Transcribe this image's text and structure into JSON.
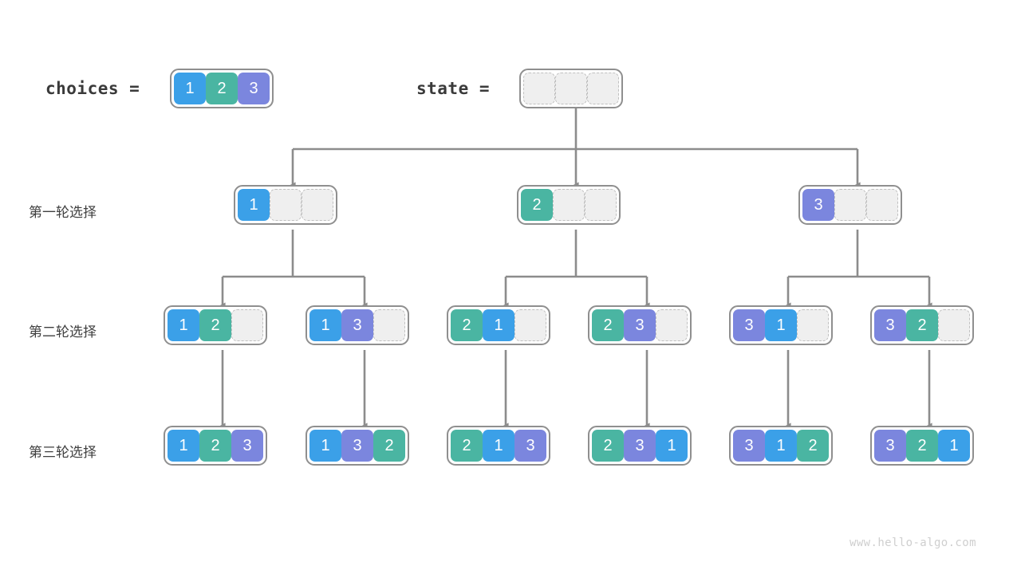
{
  "diagram": {
    "title_hidden": "Permutation backtracking tree",
    "watermark": "www.hello-algo.com",
    "palette": {
      "blue": "#3BA0E8",
      "teal": "#4AB5A2",
      "purple": "#7B86DE",
      "empty_fill": "#EFEFEF",
      "empty_border": "#C0C0C0",
      "node_border": "#8F8F8F",
      "wire": "#8C8C8C",
      "text": "#3A3A3A",
      "watermark_color": "#CFCFCF",
      "background": "#FFFFFF"
    },
    "header": {
      "choices_label": "choices =",
      "state_label": "state =",
      "choices_cells": [
        {
          "value": "1",
          "color": "blue"
        },
        {
          "value": "2",
          "color": "teal"
        },
        {
          "value": "3",
          "color": "purple"
        }
      ],
      "state_cells": [
        {
          "value": "",
          "color": "empty"
        },
        {
          "value": "",
          "color": "empty"
        },
        {
          "value": "",
          "color": "empty"
        }
      ]
    },
    "row_labels": [
      "第一轮选择",
      "第二轮选择",
      "第三轮选择"
    ],
    "levels": [
      {
        "name": "round-1",
        "label": "第一轮选择",
        "nodes": [
          {
            "id": "n1",
            "cells": [
              {
                "value": "1",
                "color": "blue"
              },
              {
                "value": "",
                "color": "empty"
              },
              {
                "value": "",
                "color": "empty"
              }
            ]
          },
          {
            "id": "n2",
            "cells": [
              {
                "value": "2",
                "color": "teal"
              },
              {
                "value": "",
                "color": "empty"
              },
              {
                "value": "",
                "color": "empty"
              }
            ]
          },
          {
            "id": "n3",
            "cells": [
              {
                "value": "3",
                "color": "purple"
              },
              {
                "value": "",
                "color": "empty"
              },
              {
                "value": "",
                "color": "empty"
              }
            ]
          }
        ]
      },
      {
        "name": "round-2",
        "label": "第二轮选择",
        "nodes": [
          {
            "id": "n4",
            "cells": [
              {
                "value": "1",
                "color": "blue"
              },
              {
                "value": "2",
                "color": "teal"
              },
              {
                "value": "",
                "color": "empty"
              }
            ]
          },
          {
            "id": "n5",
            "cells": [
              {
                "value": "1",
                "color": "blue"
              },
              {
                "value": "3",
                "color": "purple"
              },
              {
                "value": "",
                "color": "empty"
              }
            ]
          },
          {
            "id": "n6",
            "cells": [
              {
                "value": "2",
                "color": "teal"
              },
              {
                "value": "1",
                "color": "blue"
              },
              {
                "value": "",
                "color": "empty"
              }
            ]
          },
          {
            "id": "n7",
            "cells": [
              {
                "value": "2",
                "color": "teal"
              },
              {
                "value": "3",
                "color": "purple"
              },
              {
                "value": "",
                "color": "empty"
              }
            ]
          },
          {
            "id": "n8",
            "cells": [
              {
                "value": "3",
                "color": "purple"
              },
              {
                "value": "1",
                "color": "blue"
              },
              {
                "value": "",
                "color": "empty"
              }
            ]
          },
          {
            "id": "n9",
            "cells": [
              {
                "value": "3",
                "color": "purple"
              },
              {
                "value": "2",
                "color": "teal"
              },
              {
                "value": "",
                "color": "empty"
              }
            ]
          }
        ]
      },
      {
        "name": "round-3",
        "label": "第三轮选择",
        "nodes": [
          {
            "id": "n10",
            "cells": [
              {
                "value": "1",
                "color": "blue"
              },
              {
                "value": "2",
                "color": "teal"
              },
              {
                "value": "3",
                "color": "purple"
              }
            ]
          },
          {
            "id": "n11",
            "cells": [
              {
                "value": "1",
                "color": "blue"
              },
              {
                "value": "3",
                "color": "purple"
              },
              {
                "value": "2",
                "color": "teal"
              }
            ]
          },
          {
            "id": "n12",
            "cells": [
              {
                "value": "2",
                "color": "teal"
              },
              {
                "value": "1",
                "color": "blue"
              },
              {
                "value": "3",
                "color": "purple"
              }
            ]
          },
          {
            "id": "n13",
            "cells": [
              {
                "value": "2",
                "color": "teal"
              },
              {
                "value": "3",
                "color": "purple"
              },
              {
                "value": "1",
                "color": "blue"
              }
            ]
          },
          {
            "id": "n14",
            "cells": [
              {
                "value": "3",
                "color": "purple"
              },
              {
                "value": "1",
                "color": "blue"
              },
              {
                "value": "2",
                "color": "teal"
              }
            ]
          },
          {
            "id": "n15",
            "cells": [
              {
                "value": "3",
                "color": "purple"
              },
              {
                "value": "2",
                "color": "teal"
              },
              {
                "value": "1",
                "color": "blue"
              }
            ]
          }
        ]
      }
    ]
  }
}
